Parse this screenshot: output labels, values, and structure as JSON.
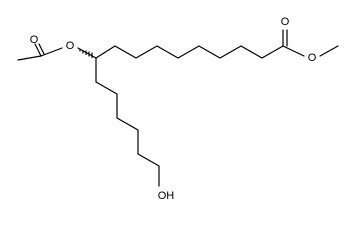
{
  "molecule": {
    "atoms": {
      "acetyl_carbonyl_o": "O",
      "ester_o": "O",
      "methyl_ester_carbonyl_o": "O",
      "methyl_ester_o": "O",
      "hydroxyl": "OH"
    }
  }
}
